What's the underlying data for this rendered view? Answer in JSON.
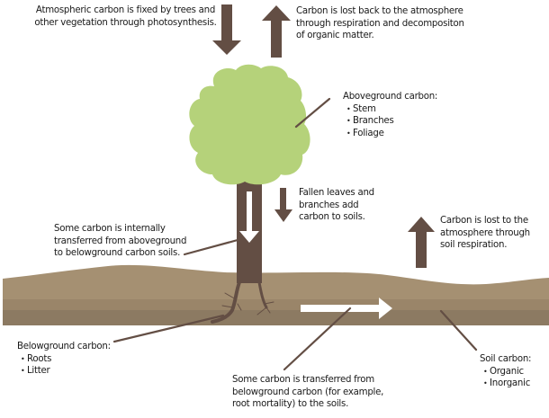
{
  "colors": {
    "foliage": "#b5d27a",
    "trunk": "#634e44",
    "arrow": "#634e44",
    "soil_top": "#a59072",
    "soil_mid": "#9a8569",
    "soil_bottom": "#8c7a62",
    "leader": "#634e44",
    "white_arrow": "#ffffff"
  },
  "labels": {
    "photosynthesis": "Atmospheric carbon is fixed by trees and other vegetation through photosynthesis.",
    "respiration": {
      "line1": "Carbon is lost back to the atmosphere",
      "line2": "through respiration and decompositon",
      "line3": "of organic matter."
    },
    "aboveground": {
      "title": "Aboveground carbon:",
      "items": [
        "Stem",
        "Branches",
        "Foliage"
      ]
    },
    "fallen": {
      "line1": "Fallen leaves and",
      "line2": "branches add",
      "line3": "carbon to soils."
    },
    "internal": {
      "line1": "Some carbon is internally",
      "line2": "transferred from aboveground",
      "line3": "to belowground carbon soils."
    },
    "soil_respiration": {
      "line1": "Carbon is lost  to the",
      "line2": "atmosphere through",
      "line3": "soil respiration."
    },
    "belowground": {
      "title": "Belowground carbon:",
      "items": [
        "Roots",
        "Litter"
      ]
    },
    "transfer": {
      "line1": "Some carbon is transferred from",
      "line2": "belowground carbon (for example,",
      "line3": "root mortality) to the soils."
    },
    "soil_carbon": {
      "title": "Soil carbon:",
      "items": [
        "Organic",
        "Inorganic"
      ]
    }
  }
}
